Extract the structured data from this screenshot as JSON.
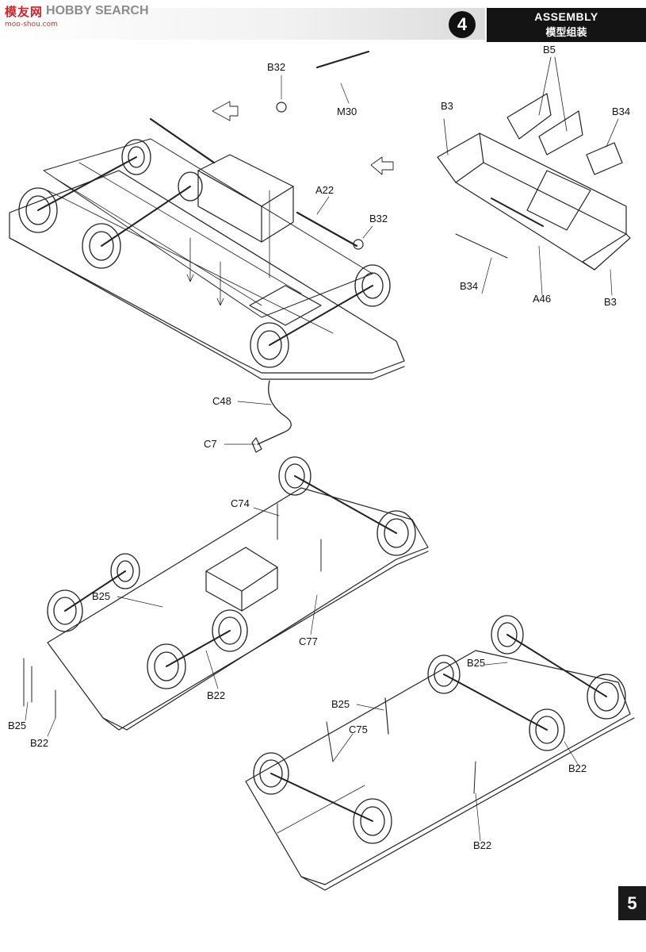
{
  "watermark": {
    "logo": "模友网",
    "brand": "HOBBY SEARCH",
    "url": "moo-shou.com"
  },
  "header": {
    "step_number": "4",
    "title_en": "ASSEMBLY",
    "title_cn": "模型组装"
  },
  "page_number": "5",
  "callouts": {
    "b32_top": "B32",
    "m30": "M30",
    "a22": "A22",
    "b32_mid": "B32",
    "c48": "C48",
    "c7": "C7",
    "b5": "B5",
    "b3_top": "B3",
    "b34_top": "B34",
    "b34_bottom": "B34",
    "a46": "A46",
    "b3_bottom": "B3",
    "c74": "C74",
    "b25_mid": "B25",
    "c77": "C77",
    "b22_mid": "B22",
    "b25_left": "B25",
    "b22_left": "B22",
    "b25_right_top": "B25",
    "b25_right": "B25",
    "c75": "C75",
    "b22_right": "B22",
    "b22_bottom": "B22"
  }
}
